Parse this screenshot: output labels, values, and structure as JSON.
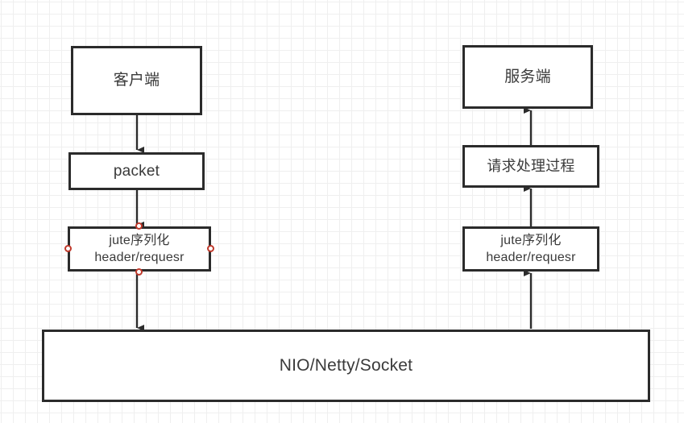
{
  "diagram": {
    "title": "ZooKeeper request serialization flow",
    "background": "graph-paper",
    "colors": {
      "box_border": "#2b2b2b",
      "box_fill": "#ffffff",
      "text": "#3a3a3a",
      "edge": "#2b2b2b",
      "grid_minor": "#efefef",
      "grid_major": "#e2e2e2",
      "selection_handle": "#c0392b"
    },
    "nodes": [
      {
        "id": "client",
        "label": "客户端",
        "column": "left",
        "selected": false
      },
      {
        "id": "packet",
        "label": "packet",
        "column": "left",
        "selected": false
      },
      {
        "id": "jute_left",
        "label": "jute序列化\nheader/requesr",
        "column": "left",
        "selected": true
      },
      {
        "id": "transport",
        "label": "NIO/Netty/Socket",
        "column": "full",
        "selected": false
      },
      {
        "id": "jute_right",
        "label": "jute序列化\nheader/requesr",
        "column": "right",
        "selected": false
      },
      {
        "id": "process",
        "label": "请求处理过程",
        "column": "right",
        "selected": false
      },
      {
        "id": "server",
        "label": "服务端",
        "column": "right",
        "selected": false
      }
    ],
    "edges": [
      {
        "id": "e1",
        "from": "client",
        "to": "packet",
        "direction": "down"
      },
      {
        "id": "e2",
        "from": "packet",
        "to": "jute_left",
        "direction": "down"
      },
      {
        "id": "e3",
        "from": "jute_left",
        "to": "transport",
        "direction": "down"
      },
      {
        "id": "e4",
        "from": "transport",
        "to": "jute_right",
        "direction": "up"
      },
      {
        "id": "e5",
        "from": "jute_right",
        "to": "process",
        "direction": "up"
      },
      {
        "id": "e6",
        "from": "process",
        "to": "server",
        "direction": "up"
      }
    ],
    "selection": {
      "node": "jute_left",
      "handles": [
        "top-center",
        "right-middle",
        "bottom-center",
        "left-middle"
      ]
    }
  }
}
